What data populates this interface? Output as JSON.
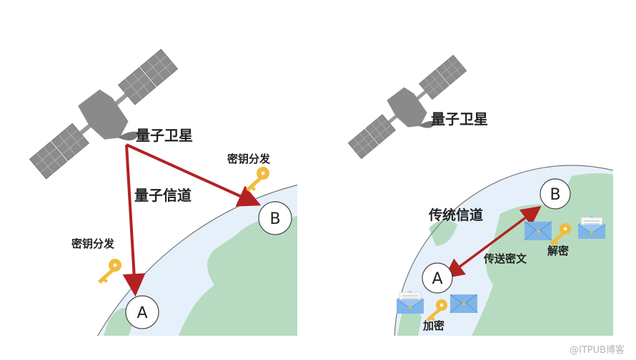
{
  "left_panel": {
    "satellite_label": "量子卫星",
    "channel_label": "量子信道",
    "key_distribution_b": "密钥分发",
    "key_distribution_a": "密钥分发",
    "node_a": "A",
    "node_b": "B"
  },
  "right_panel": {
    "satellite_label": "量子卫星",
    "channel_label": "传统信道",
    "transfer_label": "传送密文",
    "encrypt_label": "加密",
    "decrypt_label": "解密",
    "node_a": "A",
    "node_b": "B"
  },
  "watermark": "@ITPUB博客",
  "colors": {
    "arrow": "#b22222",
    "ocean": "#e6f0fb",
    "land": "#b7dbc0",
    "key": "#f2bb3c",
    "envelope": "#7fb6ea",
    "satellite": "#8a8a8a"
  }
}
